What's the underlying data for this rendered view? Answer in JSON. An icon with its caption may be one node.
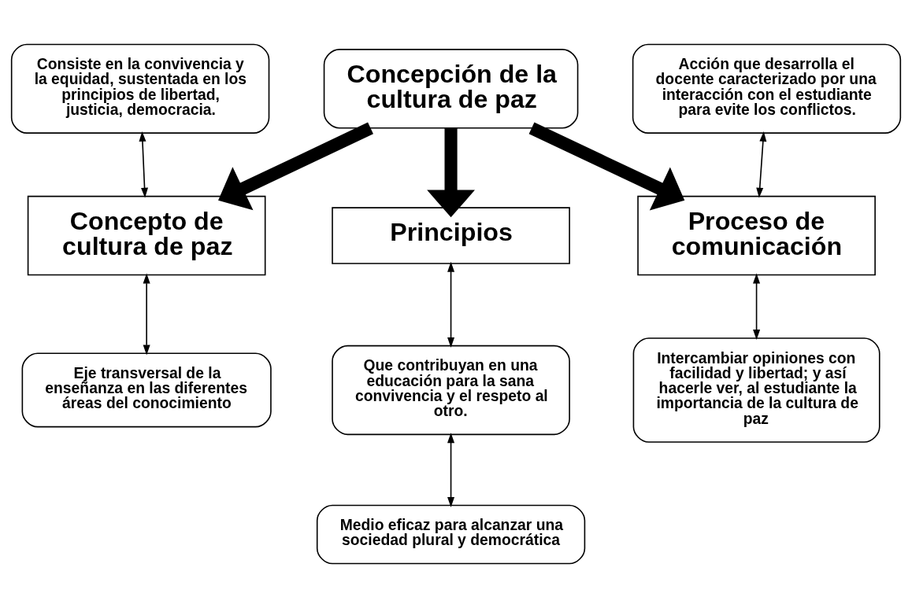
{
  "diagram": {
    "nodes": [
      {
        "text": [
          "Concepción de la cultura de paz"
        ]
      },
      {
        "text": [
          "Consiste en la convivencia y la equidad, sustentada en los principios de libertad, justicia, democracia."
        ]
      },
      {
        "text": [
          "Acción que desarrolla el docente caracterizado por una interacción con el estudiante para evite los conflictos."
        ]
      },
      {
        "text": [
          "Concepto de cultura de paz"
        ]
      },
      {
        "text": [
          "Proceso de comunicación"
        ]
      },
      {
        "text": [
          "Principios"
        ]
      },
      {
        "text": [
          "Eje transversal de la enseñanza en las diferentes áreas del conocimiento"
        ]
      },
      {
        "text": [
          "Intercambiar opiniones con facilidad y libertad; y así hacerle ver, al estudiante la importancia de la cultura de paz"
        ]
      },
      {
        "text": [
          "Que contribuyan en una educación para la sana convivencia y el respeto al otro."
        ]
      },
      {
        "text": [
          "Medio eficaz para alcanzar una sociedad plural y democrática"
        ]
      }
    ],
    "edges": [
      {
        "from": 0,
        "to": 3,
        "arrow": "to",
        "style": "thick"
      },
      {
        "from": 0,
        "to": 4,
        "arrow": "to",
        "style": "thick"
      },
      {
        "from": 0,
        "to": 5,
        "arrow": "to",
        "style": "thick"
      },
      {
        "from": 1,
        "to": 3,
        "arrow": "both"
      },
      {
        "from": 3,
        "to": 6,
        "arrow": "both"
      },
      {
        "from": 2,
        "to": 4,
        "arrow": "both"
      },
      {
        "from": 4,
        "to": 7,
        "arrow": "both"
      },
      {
        "from": 5,
        "to": 8,
        "arrow": "both"
      },
      {
        "from": 8,
        "to": 9,
        "arrow": "both"
      }
    ]
  }
}
